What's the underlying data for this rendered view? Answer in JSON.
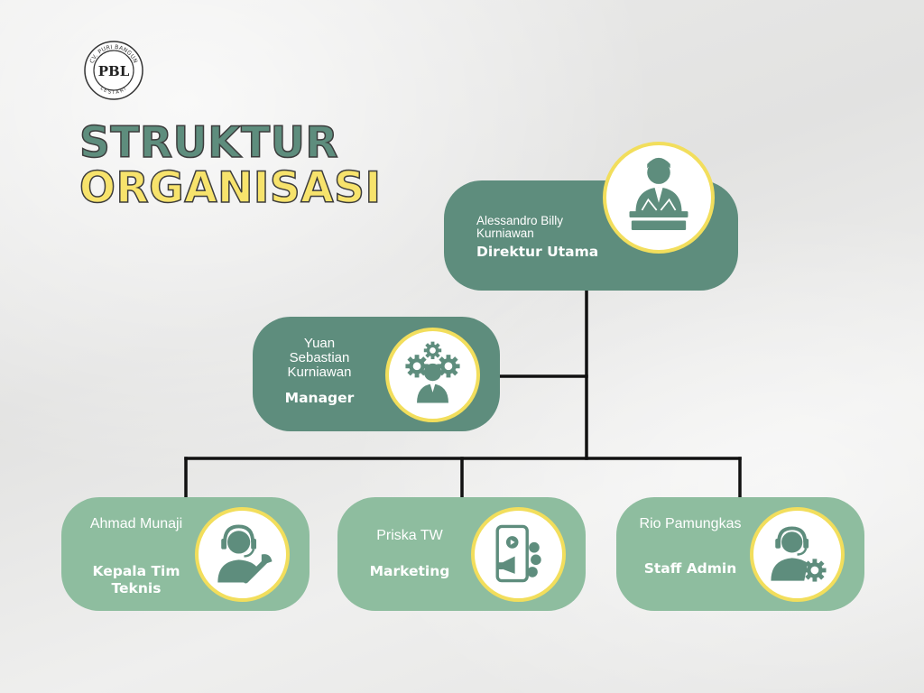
{
  "logo": {
    "initials": "PBL",
    "ring_text": "CV. PURI BANGUN",
    "ring_text_bottom": "LESTARI"
  },
  "title": {
    "line1": "STRUKTUR",
    "line2": "ORGANISASI"
  },
  "colors": {
    "dark_green": "#5e8d7d",
    "light_green": "#8ebd9f",
    "yellow": "#f2de5c",
    "connector": "#111111"
  },
  "org": {
    "director": {
      "name": "Alessandro Billy Kurniawan",
      "role": "Direktur Utama",
      "icon": "director-desk-icon"
    },
    "manager": {
      "name": "Yuan Sebastian Kurniawan",
      "role": "Manager",
      "icon": "manager-gears-icon"
    },
    "staff": [
      {
        "name": "Ahmad Munaji",
        "role": "Kepala Tim Teknis",
        "icon": "technician-headset-wrench-icon"
      },
      {
        "name": "Priska TW",
        "role": "Marketing",
        "icon": "marketing-phone-megaphone-icon"
      },
      {
        "name": "Rio Pamungkas",
        "role": "Staff Admin",
        "icon": "admin-headset-gear-icon"
      }
    ]
  }
}
